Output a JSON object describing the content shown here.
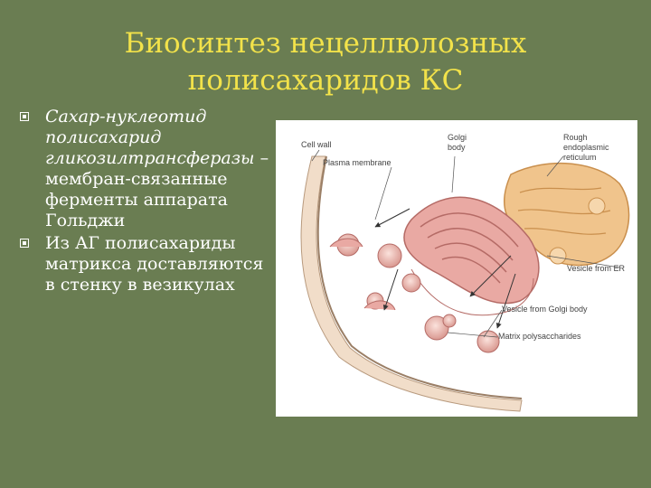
{
  "title": "Биосинтез нецеллюлозных полисахаридов КС",
  "bullets": [
    {
      "italic_part": "Сахар-нуклеотид полисахарид гликозилтрансферазы",
      "regular_part": "– мембран-связанные ферменты аппарата Гольджи"
    },
    {
      "italic_part": "",
      "regular_part": "Из АГ полисахариды матрикса доставляются в стенку в везикулах"
    }
  ],
  "figure": {
    "labels": {
      "cell_wall": "Cell wall",
      "plasma_membrane": "Plasma membrane",
      "golgi_line1": "Golgi",
      "golgi_line2": "body",
      "rer_line1": "Rough",
      "rer_line2": "endoplasmic",
      "rer_line3": "reticulum",
      "vesicle_er": "Vesicle from ER",
      "vesicle_golgi": "Vesicle from Golgi body",
      "matrix": "Matrix polysaccharides"
    },
    "colors": {
      "golgi": "#e9a9a3",
      "golgi_stroke": "#b56b66",
      "er": "#f0c48c",
      "er_stroke": "#c98f4d",
      "wall": "#f1ddc9"
    }
  }
}
